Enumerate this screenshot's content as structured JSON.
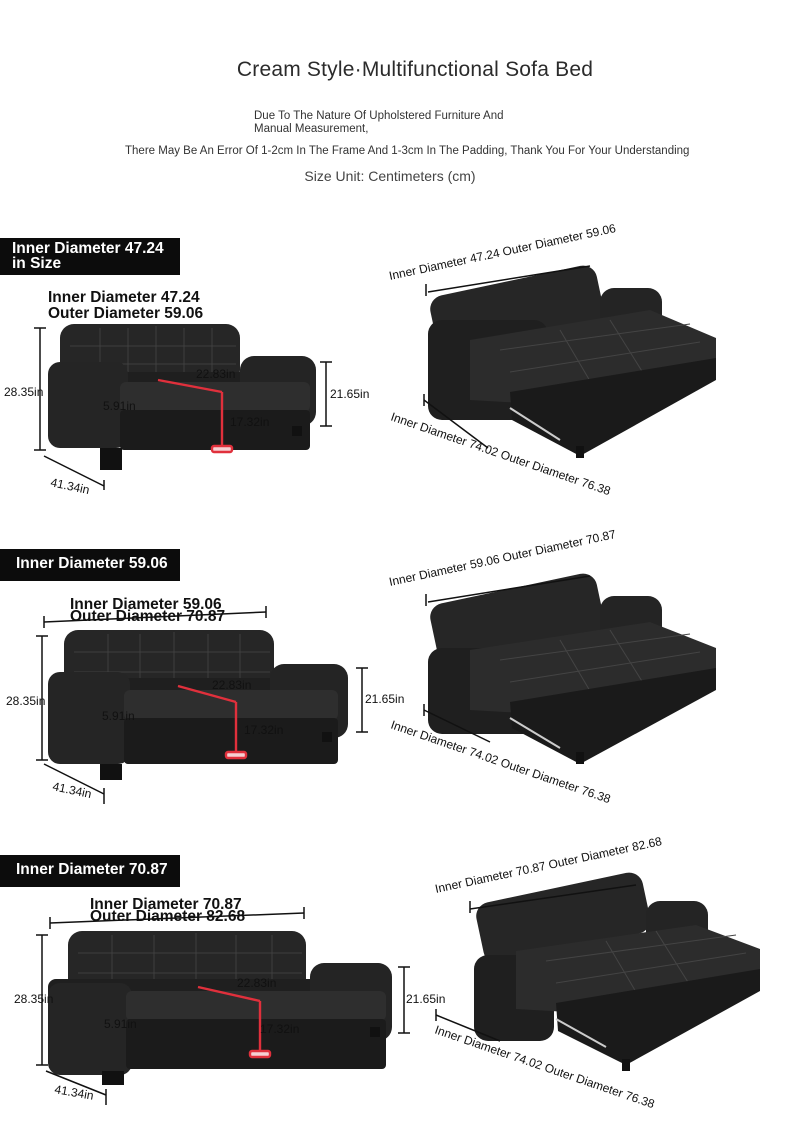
{
  "header": {
    "title": "Cream Style·Multifunctional Sofa Bed",
    "notice_line1": "Due To The Nature Of Upholstered Furniture And",
    "notice_line2": "Manual Measurement,",
    "notice_line3": "There May Be An Error Of 1-2cm In The Frame And 1-3cm In The Padding, Thank You For Your Understanding",
    "unit": "Size Unit: Centimeters (cm)"
  },
  "sections": [
    {
      "tag_line1": "Inner Diameter 47.24",
      "tag_line2": "in Size",
      "width_label1": "Inner Diameter 47.24",
      "width_label2": "Outer Diameter 59.06",
      "height": "28.35in",
      "arm_height": "21.65in",
      "seat_depth": "22.83in",
      "seat_height": "17.32in",
      "cushion": "5.91in",
      "depth": "41.34in",
      "open_top": "Inner Diameter 47.24 Outer Diameter 59.06",
      "open_bottom": "Inner Diameter 74.02 Outer Diameter 76.38"
    },
    {
      "tag_line1": "Inner Diameter 59.06",
      "width_label1": "Inner Diameter 59.06",
      "width_label2": "Outer Diameter 70.87",
      "height": "28.35in",
      "arm_height": "21.65in",
      "seat_depth": "22.83in",
      "seat_height": "17.32in",
      "cushion": "5.91in",
      "depth": "41.34in",
      "open_top": "Inner Diameter 59.06 Outer Diameter 70.87",
      "open_bottom": "Inner Diameter 74.02 Outer Diameter 76.38"
    },
    {
      "tag_line1": "Inner Diameter 70.87",
      "width_label1": "Inner Diameter 70.87",
      "width_label2": "Outer Diameter 82.68",
      "height": "28.35in",
      "arm_height": "21.65in",
      "seat_depth": "22.83in",
      "seat_height": "17.32in",
      "cushion": "5.91in",
      "depth": "41.34in",
      "open_top": "Inner Diameter 70.87 Outer Diameter 82.68",
      "open_bottom": "Inner Diameter 74.02 Outer Diameter 76.38"
    }
  ],
  "colors": {
    "leather": "#2a2a2a",
    "leather_dark": "#161616",
    "highlight": "#4a4a4a",
    "accent_red": "#e0303c"
  }
}
